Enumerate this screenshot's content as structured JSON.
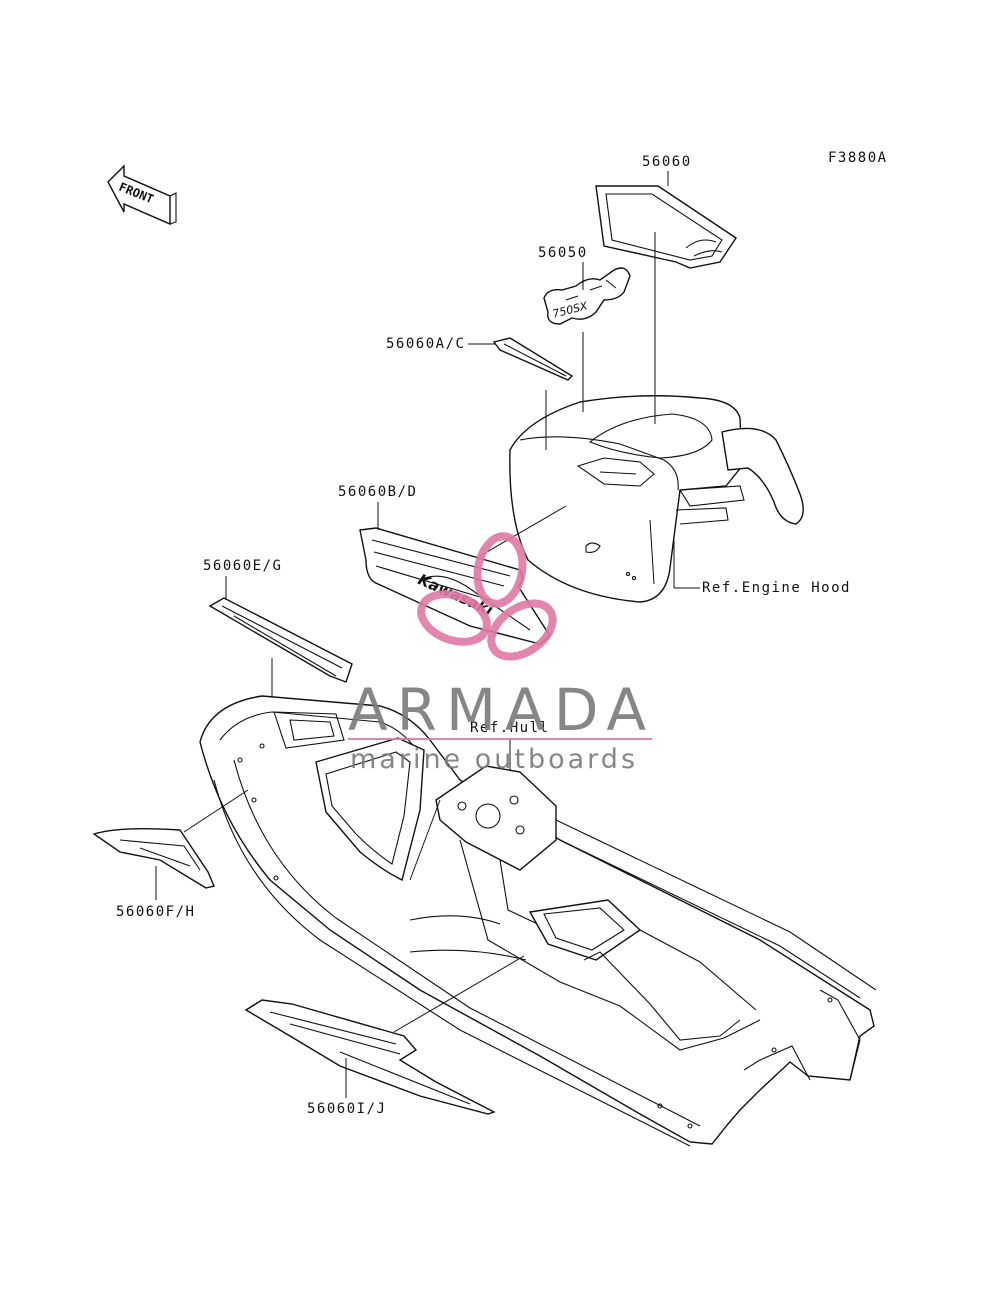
{
  "figure_code": "F3880A",
  "direction_label": "FRONT",
  "callouts": {
    "p56060": "56060",
    "p56050": "56050",
    "p56060ac": "56060A/C",
    "p56060bd": "56060B/D",
    "p56060eg": "56060E/G",
    "p56060fh": "56060F/H",
    "p56060ij": "56060I/J",
    "engine_hood": "Ref.Engine Hood",
    "hull": "Ref.Hull"
  },
  "decal_texts": {
    "brand": "Kawasaki",
    "model": "750SX"
  },
  "watermark": {
    "title": "ARMADA",
    "subtitle": "marine outboards",
    "text_color": "#7a7a7a",
    "accent_color": "#e07aa6"
  },
  "colors": {
    "line": "#111111",
    "background": "#ffffff"
  }
}
